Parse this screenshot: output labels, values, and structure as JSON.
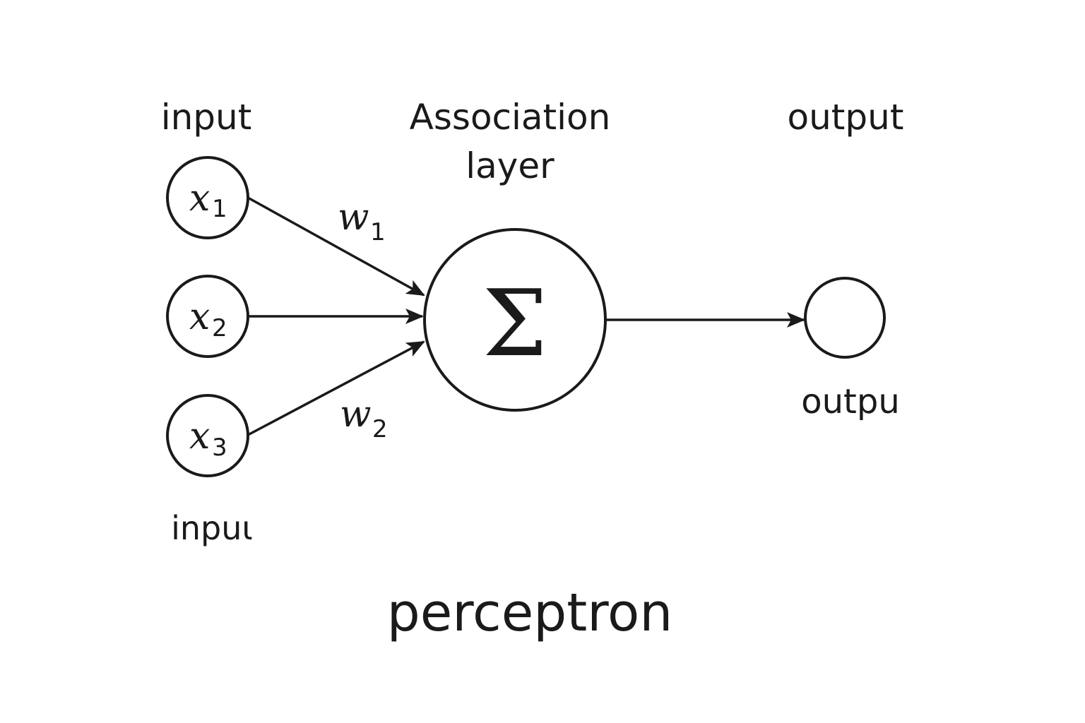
{
  "diagram": {
    "title": "perceptron",
    "column_labels": {
      "input_top": "input",
      "association_line1": "Association",
      "association_line2": "layer",
      "output_top": "output"
    },
    "bottom_labels": {
      "input_bottom": "inpuι",
      "output_bottom": "outpu"
    },
    "inputs": [
      {
        "id": "x1",
        "symbol": "x",
        "subscript": "1"
      },
      {
        "id": "x2",
        "symbol": "x",
        "subscript": "2"
      },
      {
        "id": "x3",
        "symbol": "x",
        "subscript": "3"
      }
    ],
    "weights": [
      {
        "symbol": "w",
        "subscript": "1",
        "edge": "x1"
      },
      {
        "symbol": "w",
        "subscript": "2",
        "edge": "x3"
      }
    ],
    "summation_node": {
      "symbol": "Σ"
    },
    "output_node": {
      "symbol": ""
    },
    "edges": [
      {
        "from": "x1",
        "to": "sum"
      },
      {
        "from": "x2",
        "to": "sum"
      },
      {
        "from": "x3",
        "to": "sum"
      },
      {
        "from": "sum",
        "to": "output"
      }
    ],
    "colors": {
      "stroke": "#1a1a1a",
      "background": "#ffffff"
    }
  }
}
